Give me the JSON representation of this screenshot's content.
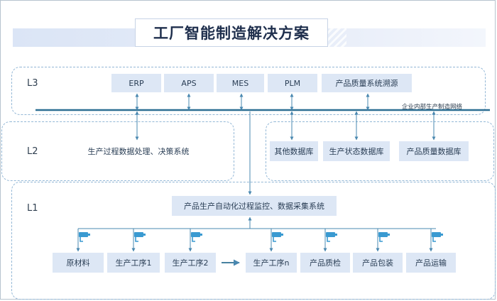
{
  "title": "工厂智能制造解决方案",
  "levels": {
    "l3": "L3",
    "l2": "L2",
    "l1": "L1"
  },
  "bus_label": "企业内部生产制造网络",
  "l3_systems": [
    "ERP",
    "APS",
    "MES",
    "PLM",
    "产品质量系统溯源"
  ],
  "l2_decision": "生产过程数据处理、决策系统",
  "l2_databases": [
    "其他数据库",
    "生产状态数据库",
    "产品质量数据库"
  ],
  "l1_monitor": "产品生产自动化过程监控、数据采集系统",
  "l1_stations": [
    "原材料",
    "生产工序1",
    "生产工序2",
    "生产工序n",
    "产品质检",
    "产品包装",
    "产品运输"
  ],
  "colors": {
    "bus": "#2d6f93",
    "arrow": "#4a88b0",
    "box": "#dde7f5",
    "zone_border": "#93b7d6",
    "camera": "#3a9ad1"
  }
}
